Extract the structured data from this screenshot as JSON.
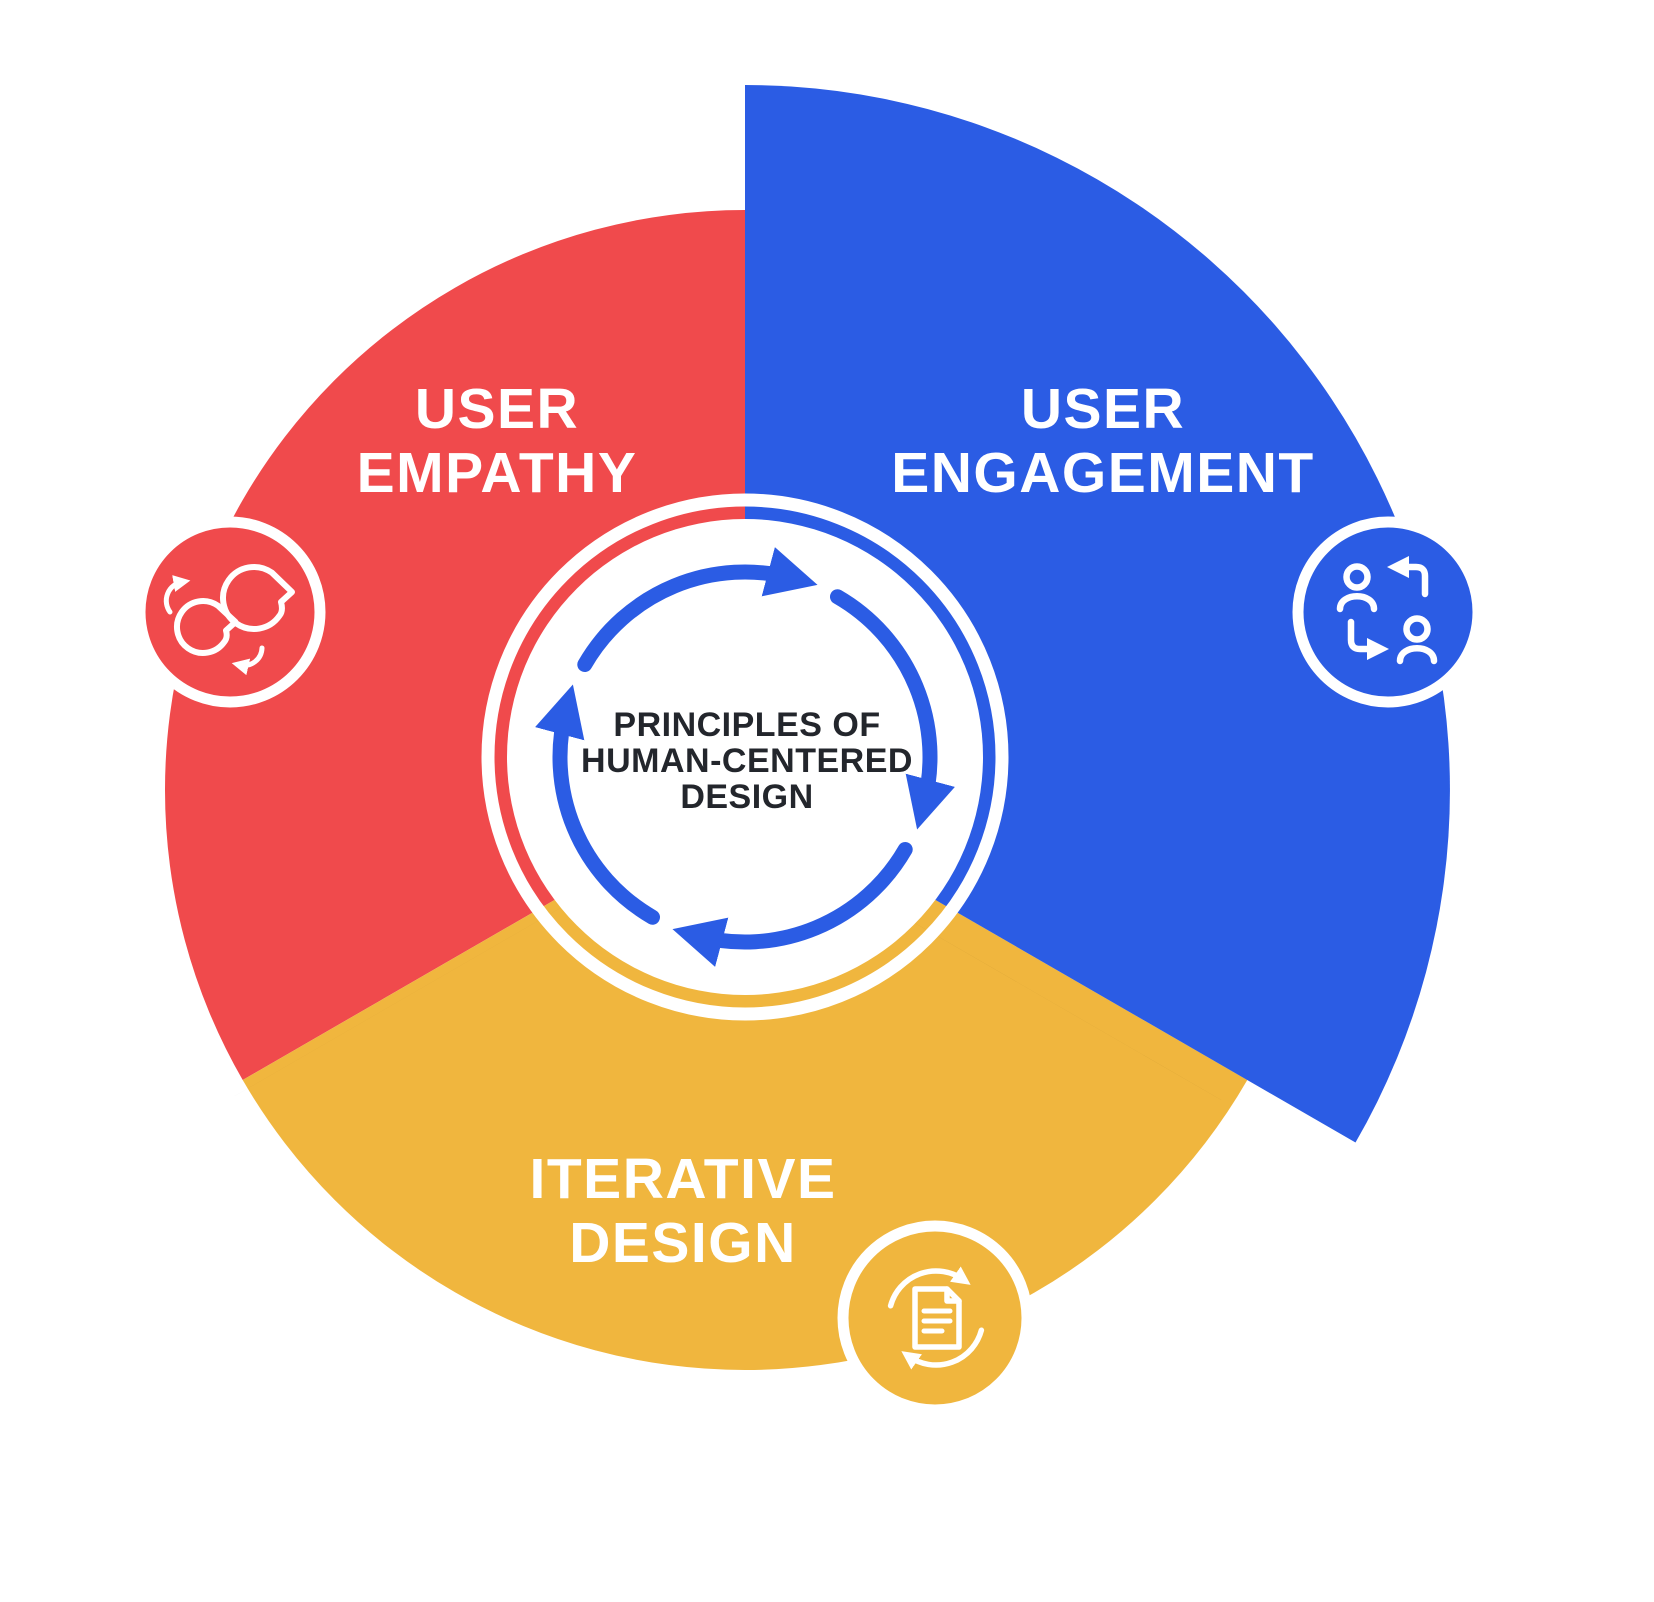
{
  "background_color": "#FFFFFF",
  "center": {
    "line1": "PRINCIPLES OF",
    "line2": "HUMAN-CENTERED",
    "line3": "DESIGN",
    "text_color": "#23262C",
    "arrow_color": "#2B5CE4",
    "icon": "cycle-arrows-icon"
  },
  "segments": [
    {
      "id": "user-empathy",
      "label_line1": "USER",
      "label_line2": "EMPATHY",
      "color": "#F04A4C",
      "label_color": "#FFFFFF",
      "icon": "empathy-heads-icon"
    },
    {
      "id": "user-engagement",
      "label_line1": "USER",
      "label_line2": "ENGAGEMENT",
      "color": "#2B5CE4",
      "label_color": "#FFFFFF",
      "icon": "user-exchange-icon"
    },
    {
      "id": "iterative-design",
      "label_line1": "ITERATIVE",
      "label_line2": "DESIGN",
      "color": "#F0B63E",
      "label_color": "#FFFFFF",
      "icon": "document-iteration-icon"
    }
  ]
}
